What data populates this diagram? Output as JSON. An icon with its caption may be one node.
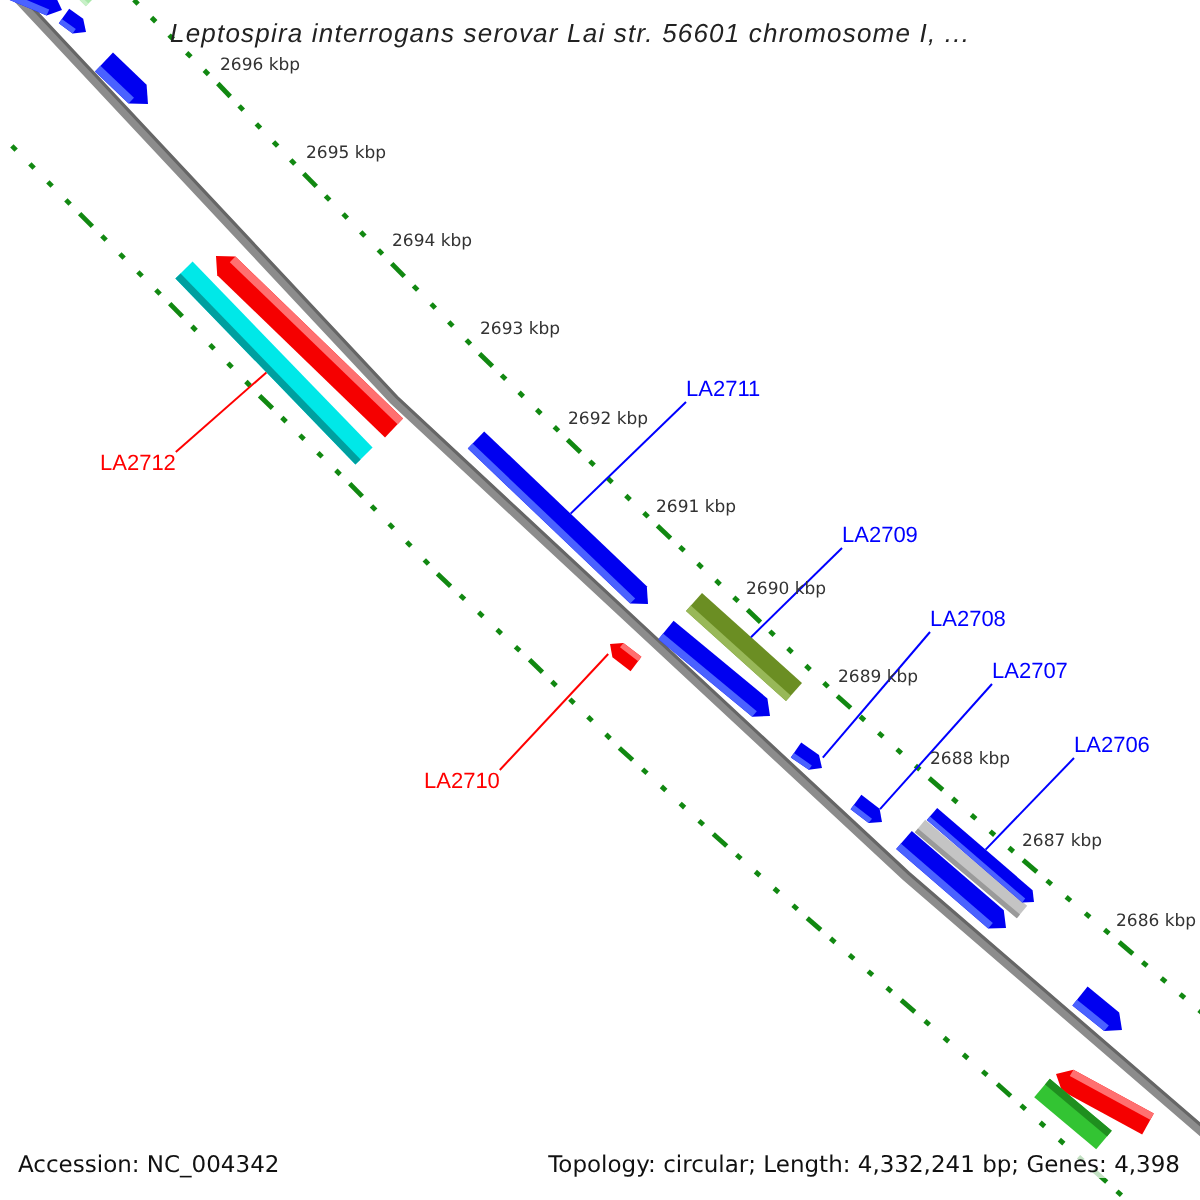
{
  "diagram": {
    "title": "Leptospira interrogans serovar Lai str. 56601 chromosome I, ...",
    "nodes": [
      {
        "text": [],
        "shape": "bar"
      },
      {
        "text": [],
        "shape": "arrow"
      },
      {
        "text": [],
        "shape": "arrow"
      },
      {
        "text": [],
        "shape": "arrow"
      },
      {
        "text": [],
        "shape": "arrow"
      },
      {
        "text": [],
        "shape": "bar"
      },
      {
        "text": [
          "LA2711"
        ]
      },
      {
        "text": [],
        "shape": "arrow"
      },
      {
        "text": [
          "LA2712"
        ]
      },
      {
        "text": [
          "LA2709"
        ]
      },
      {
        "text": [],
        "shape": "bar"
      },
      {
        "text": [
          "LA2708"
        ]
      },
      {
        "text": [],
        "shape": "arrow"
      },
      {
        "text": [],
        "shape": "arrow"
      },
      {
        "text": [
          "LA2707"
        ]
      },
      {
        "text": [
          "LA2706"
        ]
      },
      {
        "text": [],
        "shape": "arrow"
      },
      {
        "text": [
          "LA2710"
        ]
      },
      {
        "text": [],
        "shape": "arrow"
      },
      {
        "text": [],
        "shape": "arrow"
      },
      {
        "text": [],
        "shape": "bar"
      },
      {
        "text": [],
        "shape": "arrow"
      },
      {
        "text": [],
        "shape": "arrow"
      },
      {
        "text": [],
        "shape": "arrow"
      },
      {
        "text": [],
        "shape": "bar"
      }
    ],
    "edges": [
      {
        "from": 6,
        "to": 7,
        "arrow": "none",
        "color": "#0000ff"
      },
      {
        "from": 8,
        "to": 5,
        "arrow": "none",
        "color": "#ff0000"
      },
      {
        "from": 9,
        "to": 10,
        "arrow": "none",
        "color": "#0000ff"
      },
      {
        "from": 11,
        "to": 16,
        "arrow": "none",
        "color": "#0000ff"
      },
      {
        "from": 14,
        "to": 18,
        "arrow": "none",
        "color": "#0000ff"
      },
      {
        "from": 15,
        "to": 19,
        "arrow": "none",
        "color": "#0000ff"
      },
      {
        "from": 17,
        "to": 13,
        "arrow": "none",
        "color": "#ff0000"
      }
    ],
    "labels": [
      "2696 kbp",
      "2695 kbp",
      "2694 kbp",
      "2693 kbp",
      "2692 kbp",
      "2691 kbp",
      "2690 kbp",
      "2689 kbp",
      "2688 kbp",
      "2687 kbp",
      "2686 kbp",
      "Accession: NC_004342",
      "Topology: circular; Length: 4,332,241 bp; Genes: 4,398"
    ]
  }
}
